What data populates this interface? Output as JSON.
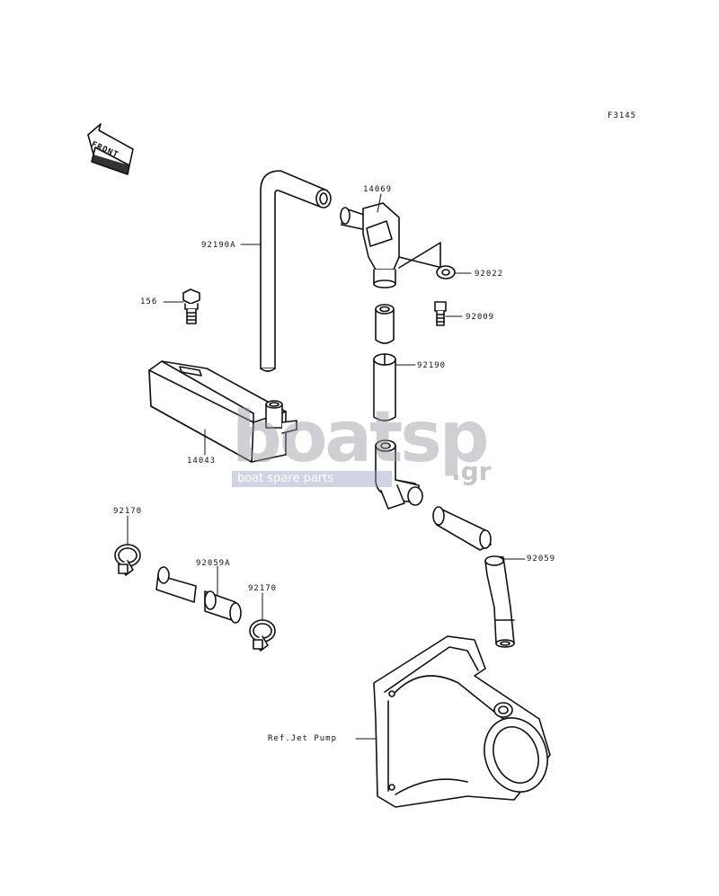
{
  "figure_code": "F3145",
  "front_label": "FRONT",
  "watermark": {
    "brand": "boatsp",
    "tld": ".gr",
    "tagline": "boat spare parts"
  },
  "parts": [
    {
      "id": "p14069",
      "number": "14069"
    },
    {
      "id": "p92190A",
      "number": "92190A"
    },
    {
      "id": "p92022",
      "number": "92022"
    },
    {
      "id": "p156",
      "number": "156"
    },
    {
      "id": "p92009",
      "number": "92009"
    },
    {
      "id": "p92190",
      "number": "92190"
    },
    {
      "id": "p14043",
      "number": "14043"
    },
    {
      "id": "p92170a",
      "number": "92170"
    },
    {
      "id": "p92059A",
      "number": "92059A"
    },
    {
      "id": "p92170b",
      "number": "92170"
    },
    {
      "id": "p92059",
      "number": "92059"
    },
    {
      "id": "pRef",
      "number": "Ref.Jet Pump"
    }
  ]
}
